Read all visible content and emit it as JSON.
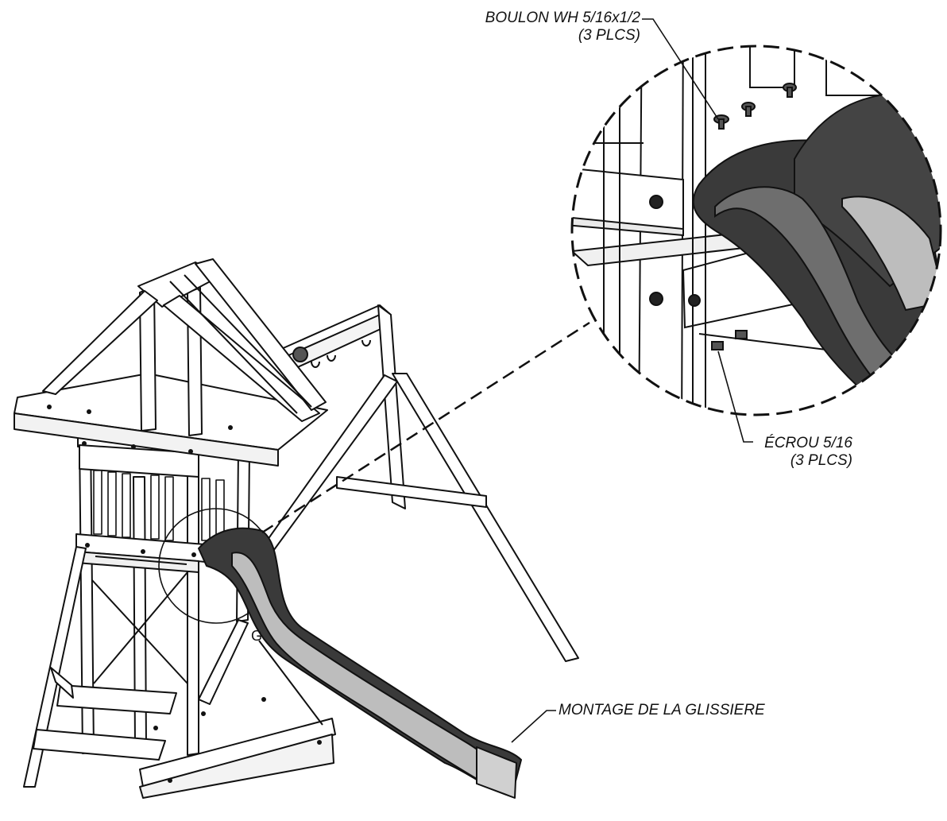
{
  "labels": {
    "bolt": {
      "line1": "BOULON WH 5/16x1/2",
      "line2": "(3 PLCS)"
    },
    "nut": {
      "line1": "ÉCROU 5/16",
      "line2": "(3 PLCS)"
    },
    "slide": "MONTAGE DE LA GLISSIERE",
    "detail_marker": "G"
  },
  "colors": {
    "line": "#111111",
    "slide_dark": "#3a3a3a",
    "slide_mid": "#6e6e6e",
    "slide_light": "#bdbdbd",
    "wood": "#ffffff"
  }
}
